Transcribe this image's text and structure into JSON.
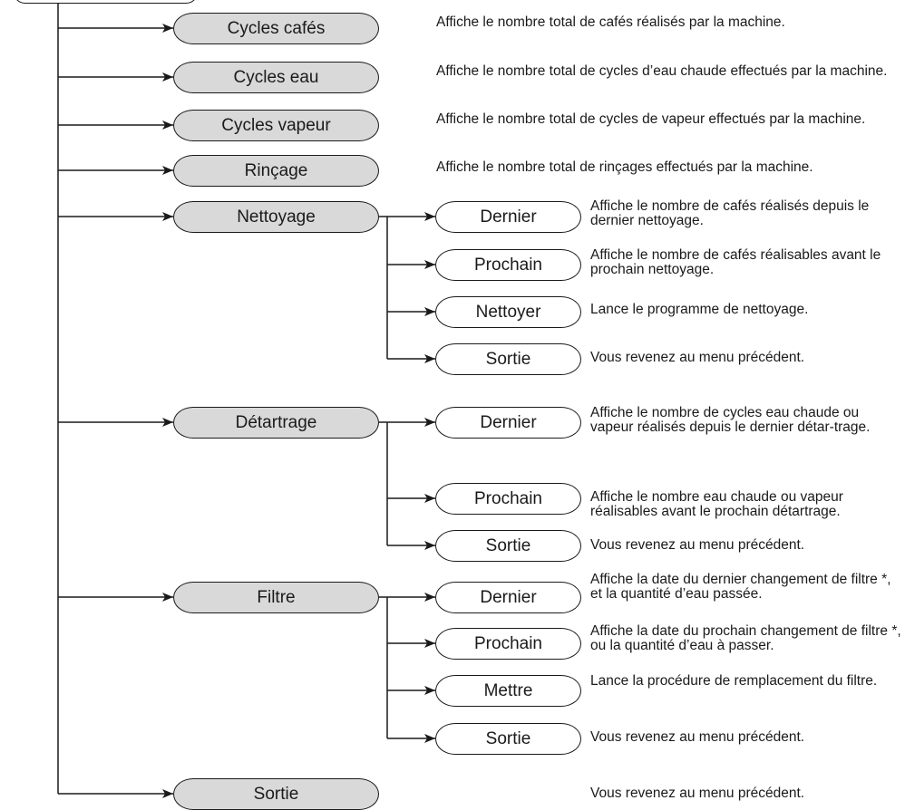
{
  "main_items": [
    {
      "label": "Cycles cafés",
      "desc": "Affiche le nombre total de cafés réalisés par la machine."
    },
    {
      "label": "Cycles eau",
      "desc": "Affiche le nombre total de cycles d’eau chaude effectués par la machine."
    },
    {
      "label": "Cycles vapeur",
      "desc": "Affiche le nombre total de cycles de vapeur effectués par la machine."
    },
    {
      "label": "Rinçage",
      "desc": "Affiche le nombre total de rinçages effectués par la machine."
    },
    {
      "label": "Nettoyage",
      "desc": ""
    },
    {
      "label": "Détartrage",
      "desc": ""
    },
    {
      "label": "Filtre",
      "desc": ""
    },
    {
      "label": "Sortie",
      "desc": "Vous revenez au menu précédent."
    }
  ],
  "nettoyage": [
    {
      "label": "Dernier",
      "desc": "Affiche le nombre de cafés réalisés depuis le dernier nettoyage."
    },
    {
      "label": "Prochain",
      "desc": "Affiche le nombre de cafés réalisables avant le prochain nettoyage."
    },
    {
      "label": "Nettoyer",
      "desc": "Lance le programme de nettoyage."
    },
    {
      "label": "Sortie",
      "desc": "Vous revenez au menu précédent."
    }
  ],
  "detartrage": [
    {
      "label": "Dernier",
      "desc": "Affiche le nombre de cycles eau chaude ou vapeur réalisés depuis le dernier détar-trage."
    },
    {
      "label": "Prochain",
      "desc": "Affiche le nombre eau chaude ou vapeur réalisables avant le prochain détartrage."
    },
    {
      "label": "Sortie",
      "desc": "Vous revenez au menu précédent."
    }
  ],
  "filtre": [
    {
      "label": "Dernier",
      "desc": "Affiche la date du dernier changement de filtre *, et la quantité d’eau passée."
    },
    {
      "label": "Prochain",
      "desc": "Affiche la date du prochain changement de filtre *, ou la quantité d’eau à passer."
    },
    {
      "label": "Mettre",
      "desc": "Lance la procédure de remplacement du filtre."
    },
    {
      "label": "Sortie",
      "desc": "Vous revenez au menu précédent."
    }
  ]
}
